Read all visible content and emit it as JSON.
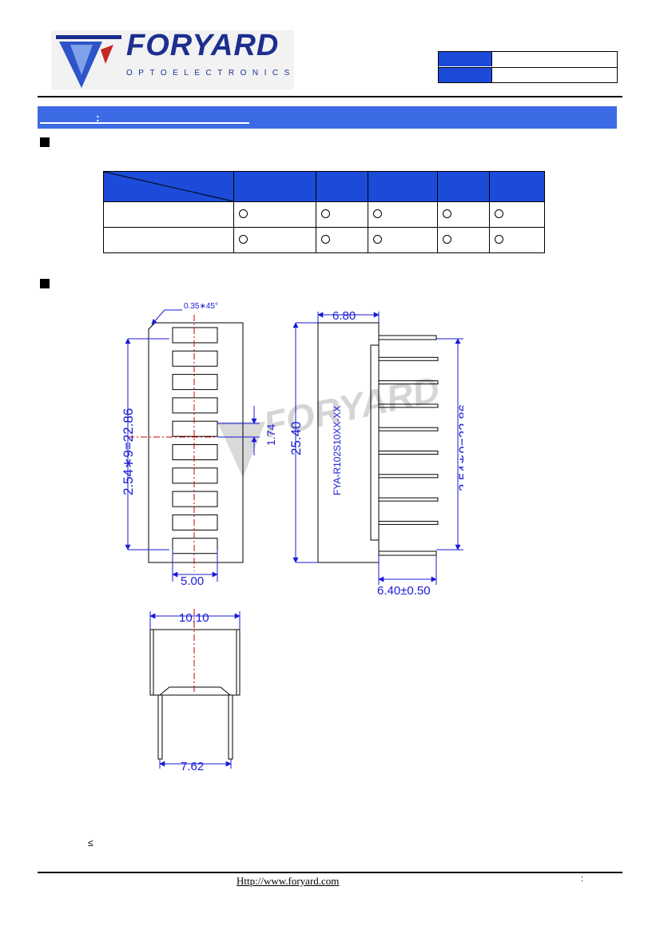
{
  "logo": {
    "word": "FORYARD",
    "subtitle": "OPTOELECTRONICS"
  },
  "options_table": {
    "rows": [
      [
        "○",
        "○",
        "○",
        "○",
        "○"
      ],
      [
        "○",
        "○",
        "○",
        "○",
        "○"
      ]
    ]
  },
  "drawing": {
    "chamfer_label": "0.35∗45°",
    "pitch_left_label": "2.54∗9=22.86",
    "segment_height_label": "1.74",
    "width_label": "5.00",
    "top_width_label": "6.80",
    "height_label": "25.40",
    "pitch_right_label": "2.54∗9=22.86",
    "part_number": "FYA-R102S10XX-XX",
    "pin_length_label": "6.40±0.50",
    "body_width_label": "10.10",
    "pin_spacing_label": "7.62"
  },
  "footer": {
    "note_symbol": "≤",
    "url": "Http://www.foryard.com",
    "colon": ":"
  },
  "band": {
    "colon": ":"
  },
  "colors": {
    "header_blue": "#1c4bd9",
    "band_blue": "#3d6be6",
    "dim_blue": "#1a1ad6",
    "center_red": "#cc0000"
  }
}
